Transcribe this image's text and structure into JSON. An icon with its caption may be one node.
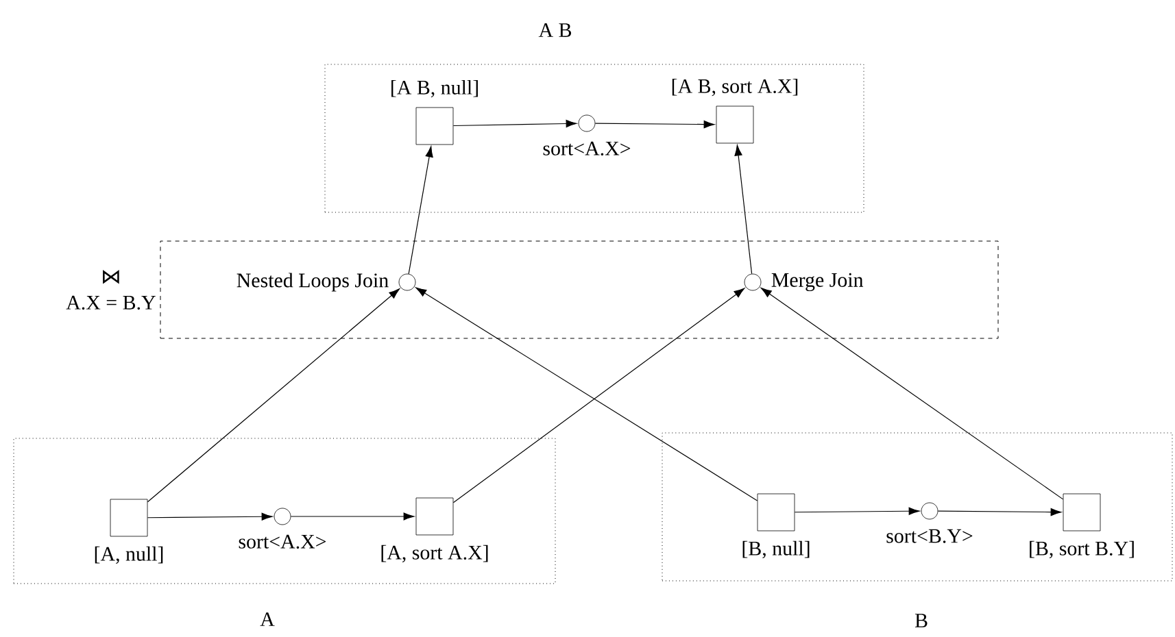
{
  "diagram": {
    "nodes": [
      {
        "text": [
          "A B"
        ]
      },
      {
        "text": [],
        "shape": "box",
        "beside": [
          "[A B, null]"
        ],
        "in": 0
      },
      {
        "text": [],
        "shape": "circle",
        "beside": [
          "sort<A.X>"
        ],
        "in": 0
      },
      {
        "text": [],
        "shape": "box",
        "beside": [
          "[A B, sort A.X]"
        ],
        "in": 0
      },
      {
        "text": [
          "⋈",
          "A.X = B.Y"
        ]
      },
      {
        "text": [],
        "shape": "circle",
        "beside": [
          "Nested Loops Join"
        ],
        "in": 4
      },
      {
        "text": [],
        "shape": "circle",
        "beside": [
          "Merge Join"
        ],
        "in": 4
      },
      {
        "text": [
          "A"
        ]
      },
      {
        "text": [],
        "shape": "box",
        "beside": [
          "[A, null]"
        ],
        "in": 7
      },
      {
        "text": [],
        "shape": "circle",
        "beside": [
          "sort<A.X>"
        ],
        "in": 7
      },
      {
        "text": [],
        "shape": "box",
        "beside": [
          "[A, sort A.X]"
        ],
        "in": 7
      },
      {
        "text": [
          "B"
        ]
      },
      {
        "text": [],
        "shape": "box",
        "beside": [
          "[B, null]"
        ],
        "in": 11
      },
      {
        "text": [],
        "shape": "circle",
        "beside": [
          "sort<B.Y>"
        ],
        "in": 11
      },
      {
        "text": [],
        "shape": "box",
        "beside": [
          "[B, sort B.Y]"
        ],
        "in": 11
      }
    ],
    "edges": [
      {
        "from": 1,
        "to": 2,
        "arrow": "to"
      },
      {
        "from": 2,
        "to": 3,
        "arrow": "to"
      },
      {
        "from": 5,
        "to": 1,
        "arrow": "to"
      },
      {
        "from": 6,
        "to": 3,
        "arrow": "to"
      },
      {
        "from": 8,
        "to": 5,
        "arrow": "to"
      },
      {
        "from": 12,
        "to": 5,
        "arrow": "to"
      },
      {
        "from": 10,
        "to": 6,
        "arrow": "to"
      },
      {
        "from": 14,
        "to": 6,
        "arrow": "to"
      },
      {
        "from": 8,
        "to": 9,
        "arrow": "to"
      },
      {
        "from": 9,
        "to": 10,
        "arrow": "to"
      },
      {
        "from": 12,
        "to": 13,
        "arrow": "to"
      },
      {
        "from": 13,
        "to": 14,
        "arrow": "to"
      }
    ]
  }
}
